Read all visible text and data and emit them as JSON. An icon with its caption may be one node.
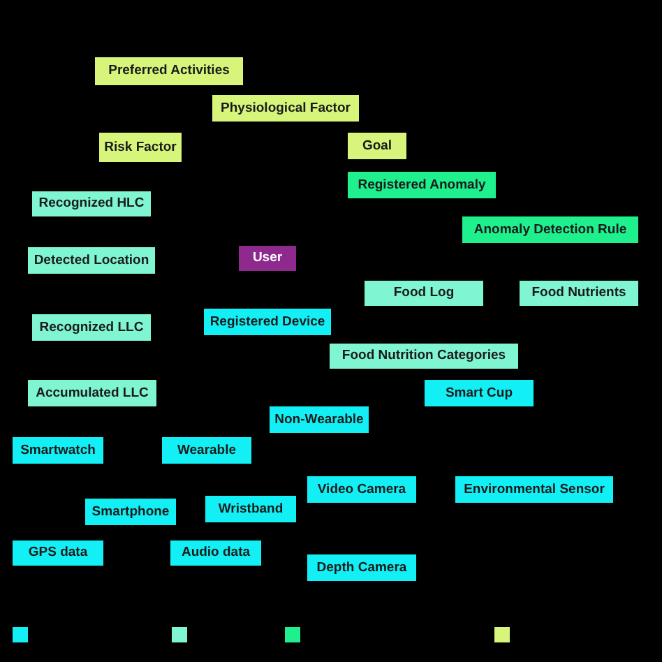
{
  "diagram": {
    "nodes": [
      {
        "text": [
          "Preferred Activities"
        ]
      },
      {
        "text": [
          "Physiological Factor"
        ]
      },
      {
        "text": [
          "Risk Factor"
        ]
      },
      {
        "text": [
          "Goal"
        ]
      },
      {
        "text": [
          "Registered Anomaly"
        ]
      },
      {
        "text": [
          "Recognized HLC"
        ]
      },
      {
        "text": [
          "Anomaly Detection Rule"
        ]
      },
      {
        "text": [
          "User"
        ]
      },
      {
        "text": [
          "Detected Location"
        ]
      },
      {
        "text": [
          "Food Log"
        ]
      },
      {
        "text": [
          "Food Nutrients"
        ]
      },
      {
        "text": [
          "Registered Device"
        ]
      },
      {
        "text": [
          "Recognized LLC"
        ]
      },
      {
        "text": [
          "Food Nutrition Categories"
        ]
      },
      {
        "text": [
          "Accumulated LLC"
        ]
      },
      {
        "text": [
          "Smart Cup"
        ]
      },
      {
        "text": [
          "Non-Wearable"
        ]
      },
      {
        "text": [
          "Smartwatch"
        ]
      },
      {
        "text": [
          "Wearable"
        ]
      },
      {
        "text": [
          "Video Camera"
        ]
      },
      {
        "text": [
          "Environmental Sensor"
        ]
      },
      {
        "text": [
          "Smartphone"
        ]
      },
      {
        "text": [
          "Wristband"
        ]
      },
      {
        "text": [
          "GPS data"
        ]
      },
      {
        "text": [
          "Audio data"
        ]
      },
      {
        "text": [
          "Depth Camera"
        ]
      }
    ]
  }
}
